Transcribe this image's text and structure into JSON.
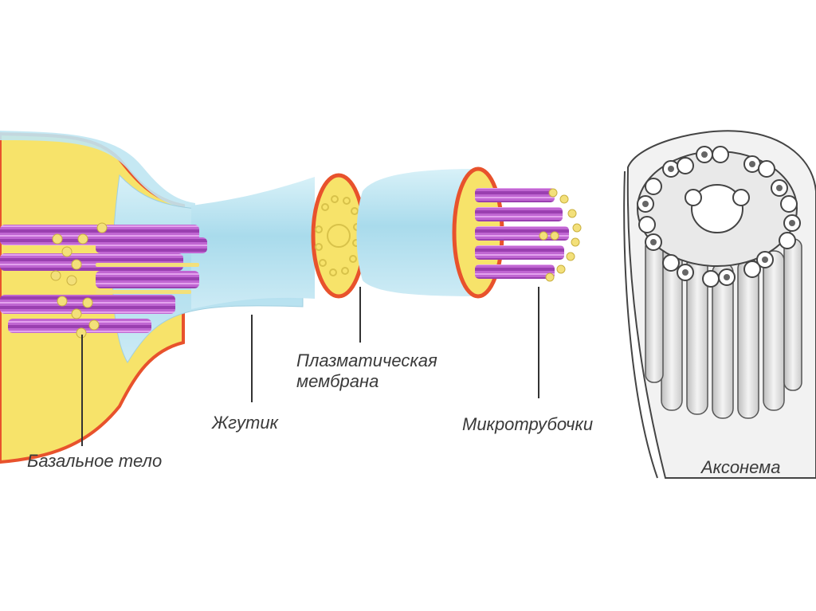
{
  "labels": {
    "basal_body": "Базальное тело",
    "flagellum": "Жгутик",
    "plasma_membrane_line1": "Плазматическая",
    "plasma_membrane_line2": "мембрана",
    "microtubules": "Микротрубочки",
    "axoneme": "Аксонема"
  },
  "colors": {
    "cytoplasm": "#f7e36a",
    "membrane": "#e8522c",
    "sheath": "#bfe6f2",
    "microtubule": "#b24fc4",
    "granule": "#f3e07a",
    "leader": "#333333",
    "axoneme_fill": "#f2f2f2",
    "axoneme_stroke": "#444444"
  }
}
